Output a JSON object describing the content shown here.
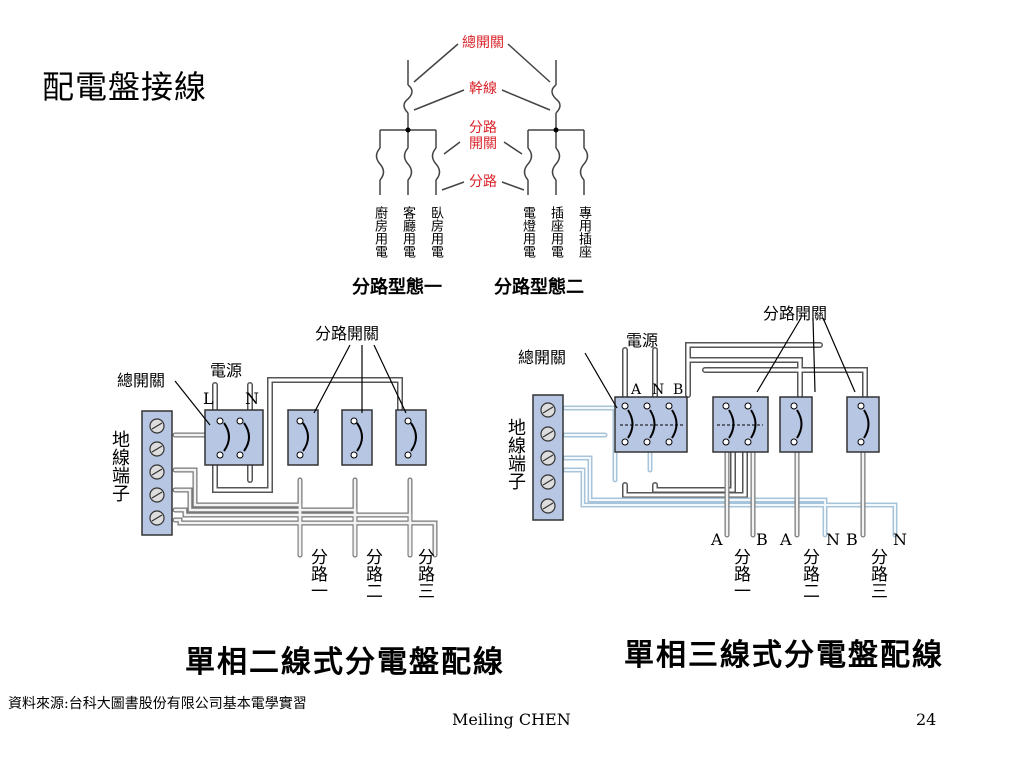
{
  "slide": {
    "title": "配電盤接線",
    "source": "資料來源:台科大圖書股份有限公司基本電學實習",
    "author": "Meiling CHEN",
    "page": "24"
  },
  "top_diagram": {
    "main_switch": "總開關",
    "trunk": "幹線",
    "branch_switch_line1": "分路",
    "branch_switch_line2": "開關",
    "branch": "分路",
    "circuits": [
      "廚房用電",
      "客廳用電",
      "臥房用電",
      "電燈用電",
      "插座用電",
      "專用插座"
    ],
    "type_one": "分路型態一",
    "type_two": "分路型態二"
  },
  "left_diagram": {
    "branch_switch": "分路開關",
    "main_switch": "總開關",
    "power": "電源",
    "L": "L",
    "N": "N",
    "ground_terminal": "地線端子",
    "branches": [
      "分路一",
      "分路二",
      "分路三"
    ],
    "caption": "單相二線式分電盤配線"
  },
  "right_diagram": {
    "branch_switch": "分路開關",
    "main_switch": "總開關",
    "power": "電源",
    "A": "A",
    "N": "N",
    "B": "B",
    "ground_terminal": "地線端子",
    "bottom_letters": [
      "A",
      "B",
      "A",
      "N",
      "B",
      "N"
    ],
    "branches": [
      "分路一",
      "分路二",
      "分路三"
    ],
    "caption": "單相三線式分電盤配線"
  }
}
